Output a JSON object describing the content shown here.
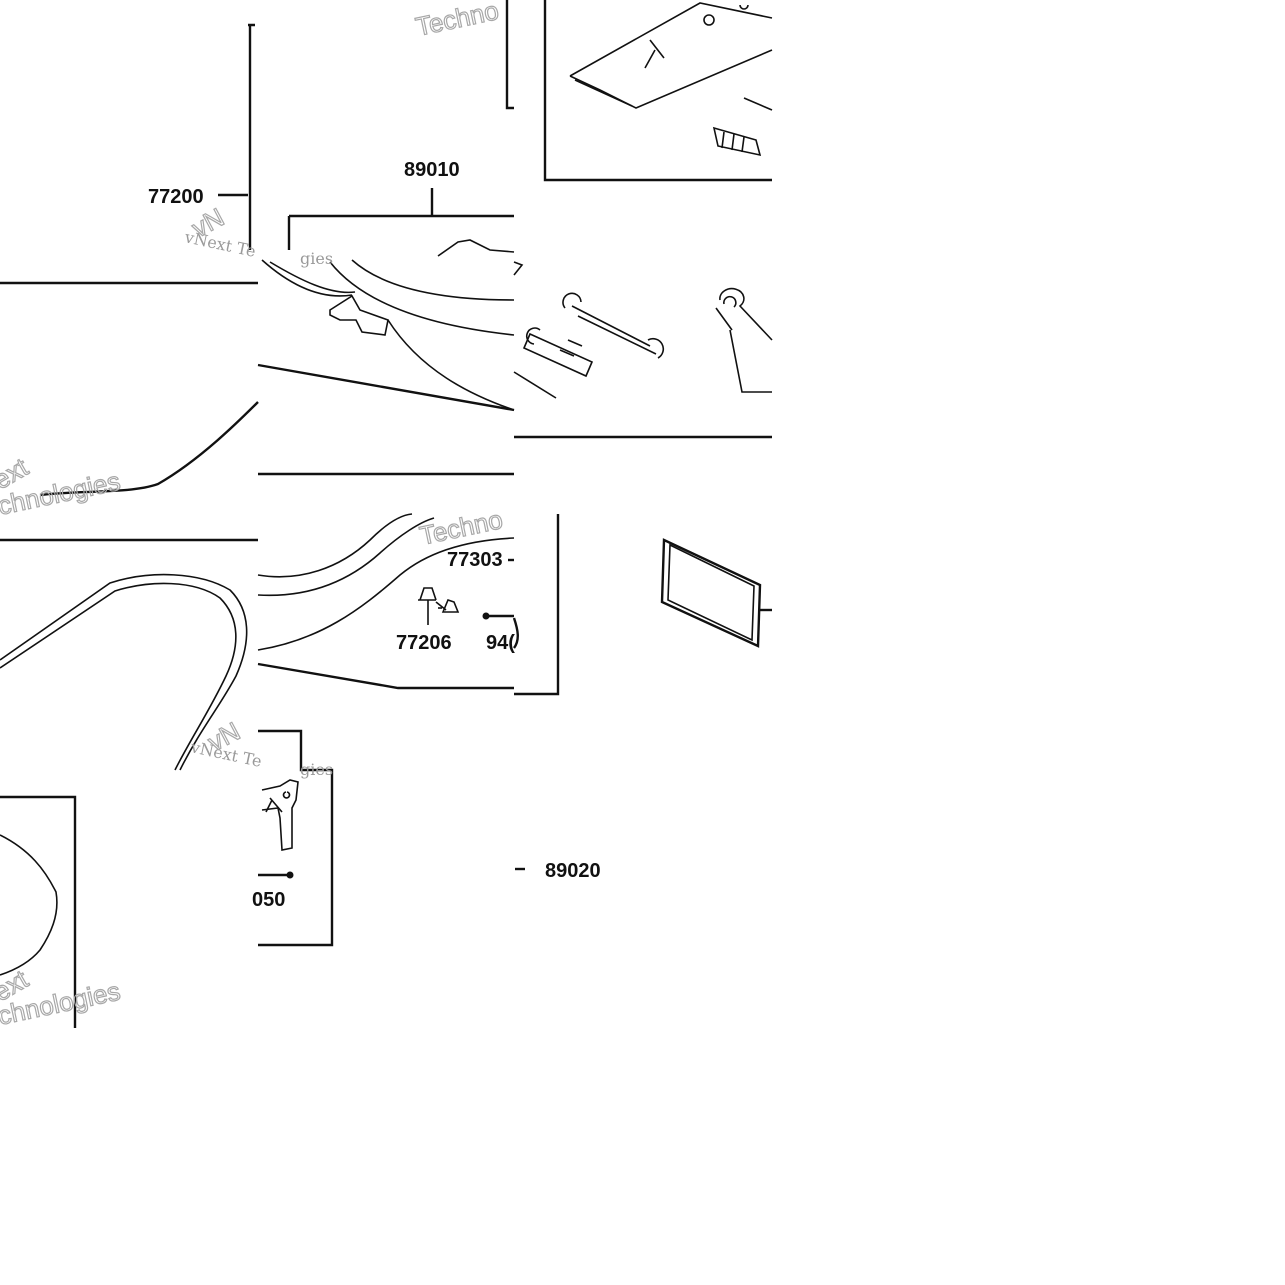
{
  "diagram": {
    "part_labels": {
      "p77200": "77200",
      "p89010": "89010",
      "p77303": "77303",
      "p77206": "77206",
      "p940": "94(",
      "p050": "050",
      "p89020": "89020"
    },
    "watermarks": {
      "serif_a": "vNext Te",
      "serif_b": "vNext Te",
      "serif_c": "gies",
      "serif_d": "gies",
      "outline_a": "Techno",
      "outline_b": "Techno",
      "outline_c": "ext",
      "outline_d": "ext",
      "outline_e": "chnologies",
      "outline_f": "chnologies",
      "outline_g": "vN",
      "outline_h": "vN"
    }
  }
}
